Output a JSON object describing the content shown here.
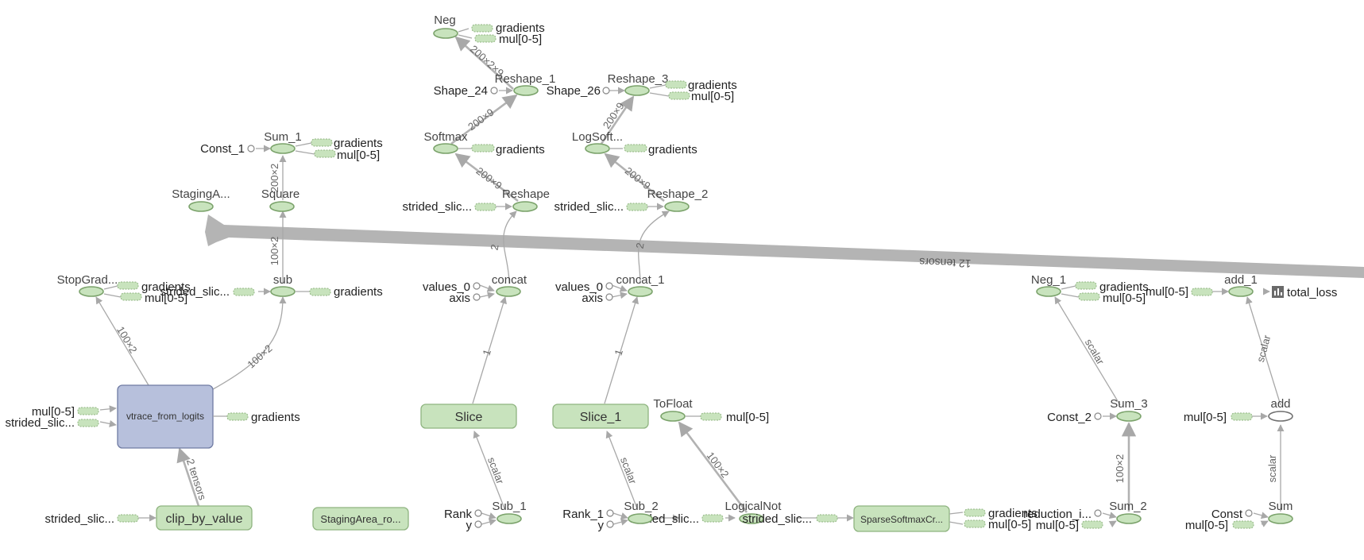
{
  "nodes": {
    "neg": "Neg",
    "reshape_1": "Reshape_1",
    "shape_24": "Shape_24",
    "shape_26": "Shape_26",
    "reshape_3": "Reshape_3",
    "softmax": "Softmax",
    "logsoft": "LogSoft...",
    "reshape": "Reshape",
    "reshape_2": "Reshape_2",
    "sum_1": "Sum_1",
    "const_1": "Const_1",
    "staging_a": "StagingA...",
    "square": "Square",
    "stopgrad": "StopGrad...",
    "sub": "sub",
    "concat": "concat",
    "concat_1": "concat_1",
    "values_0": "values_0",
    "values_0_b": "values_0",
    "axis": "axis",
    "axis_b": "axis",
    "neg_1": "Neg_1",
    "add_1": "add_1",
    "total_loss": "total_loss",
    "vtrace": "vtrace_from_logits",
    "slice": "Slice",
    "slice_1": "Slice_1",
    "tofloat": "ToFloat",
    "sum_3": "Sum_3",
    "const_2": "Const_2",
    "add": "add",
    "clip_by_value": "clip_by_value",
    "staging_ro": "StagingArea_ro...",
    "rank": "Rank",
    "y": "y",
    "sub_1": "Sub_1",
    "rank_1": "Rank_1",
    "y_b": "y",
    "sub_2": "Sub_2",
    "logicalnot": "LogicalNot",
    "sparse": "SparseSoftmaxCr...",
    "reduction": "reduction_i...",
    "sum_2": "Sum_2",
    "const": "Const",
    "sum": "Sum"
  },
  "aux": {
    "gradients": "gradients",
    "mul": "mul[0-5]",
    "strided": "strided_slic..."
  },
  "edges": {
    "e_200x2x9": "200×2×9",
    "e_200x9": "200×9",
    "e_200x9_b": "200×9",
    "e_200x9_c": "200×9",
    "e_200x9_d": "200×9",
    "e_200x2": "200×2",
    "e_100x2": "100×2",
    "e_100x2_b": "100×2",
    "e_100x2_c": "100×2",
    "e_100x2_d": "100×2",
    "e_100x2_e": "100×2",
    "e_2": "2",
    "e_2_b": "2",
    "e_1": "1",
    "e_1_b": "1",
    "e_scalar": "scalar",
    "e_scalar_b": "scalar",
    "e_scalar_c": "scalar",
    "e_scalar_d": "scalar",
    "e_scalar_e": "scalar",
    "e_2tensors": "2 tensors",
    "band": "12 tensors"
  }
}
